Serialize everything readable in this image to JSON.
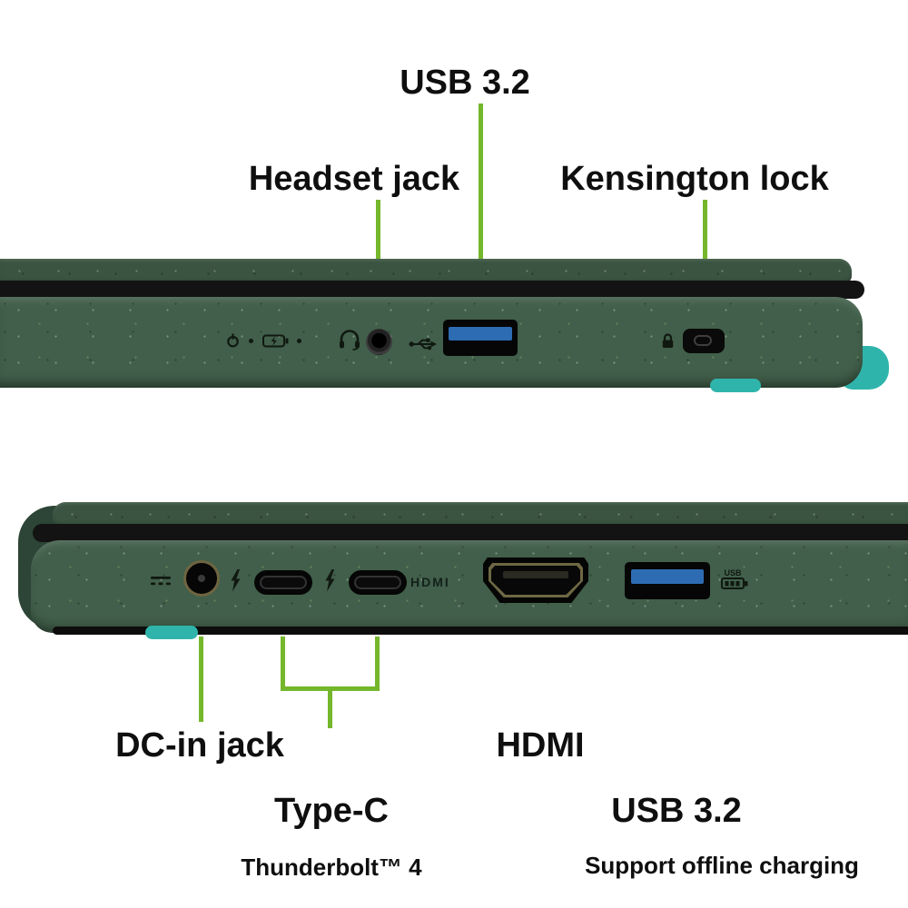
{
  "top_view": {
    "labels": {
      "usb": "USB 3.2",
      "headset": "Headset jack",
      "kensington": "Kensington lock"
    }
  },
  "bottom_view": {
    "labels": {
      "dc_in": "DC-in jack",
      "type_c": "Type-C",
      "type_c_sub": "Thunderbolt™ 4",
      "hdmi": "HDMI",
      "usb": "USB 3.2",
      "usb_sub": "Support offline charging"
    },
    "chassis_markings": {
      "hdmi": "HDMI",
      "usb_badge": "USB"
    }
  },
  "colors": {
    "chassis_green": "#415f4a",
    "lid_green": "#3a5441",
    "callout_green": "#74b72b",
    "foot_teal": "#2fb4ab",
    "usb_port_blue": "#2d6cb3",
    "seam_black": "#131313",
    "label_text": "#0f0f0f"
  }
}
